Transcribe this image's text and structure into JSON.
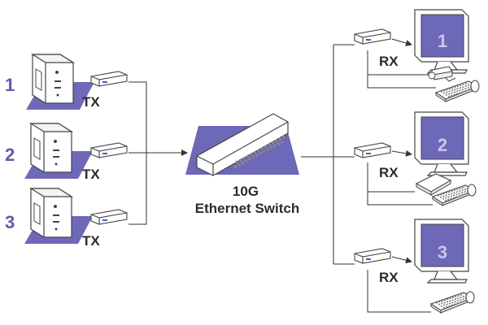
{
  "sources": [
    {
      "number": "1",
      "label": "TX"
    },
    {
      "number": "2",
      "label": "TX"
    },
    {
      "number": "3",
      "label": "TX"
    }
  ],
  "switch": {
    "line1": "10G",
    "line2": "Ethernet Switch"
  },
  "receivers": [
    {
      "label": "RX",
      "screen_number": "1",
      "peripheral": "camera"
    },
    {
      "label": "RX",
      "screen_number": "2",
      "peripheral": "mouse"
    },
    {
      "label": "RX",
      "screen_number": "3",
      "peripheral": "none"
    }
  ],
  "colors": {
    "accent": "#6e68b8",
    "accent_dark": "#5f5aa8",
    "line": "#333333"
  }
}
